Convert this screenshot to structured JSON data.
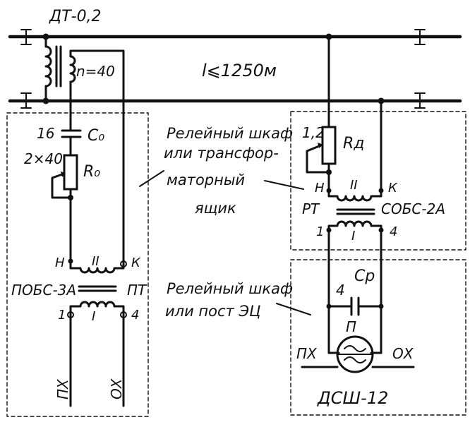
{
  "line": {
    "sensor_label": "ДТ-0,2",
    "ratio_label": "n=40",
    "length_label": "l⩽1250м"
  },
  "left_cabinet": {
    "c0_value": "16",
    "c0_label": "C₀",
    "r0_value": "2×40",
    "r0_label": "R₀",
    "terminal_h": "Н",
    "terminal_k": "К",
    "winding_ii": "II",
    "winding_i": "I",
    "transformer_name": "ПОБС-3А",
    "transformer_short": "ПТ",
    "terminal_1": "1",
    "terminal_4": "4",
    "out_left": "ПХ",
    "out_right": "ОХ"
  },
  "annotations": {
    "relay_box_a_line1": "Релейный шкаф",
    "relay_box_a_line2": "или трансфор-",
    "relay_box_a_line3": "маторный",
    "relay_box_a_line4": "ящик",
    "relay_box_b_line1": "Релейный шкаф",
    "relay_box_b_line2": "или пост ЭЦ"
  },
  "right_cabinet": {
    "rd_value": "1,2",
    "rd_label": "Rд",
    "terminal_h": "Н",
    "terminal_k": "К",
    "winding_ii": "II",
    "winding_i": "I",
    "transformer_short": "РТ",
    "transformer_name": "СОБС-2А",
    "terminal_1": "1",
    "terminal_4": "4"
  },
  "lamp_box": {
    "cap_value": "4",
    "cap_label": "Cр",
    "lamp_label": "П",
    "out_left": "ПХ",
    "out_right": "ОХ",
    "device_name": "ДСШ-12"
  }
}
